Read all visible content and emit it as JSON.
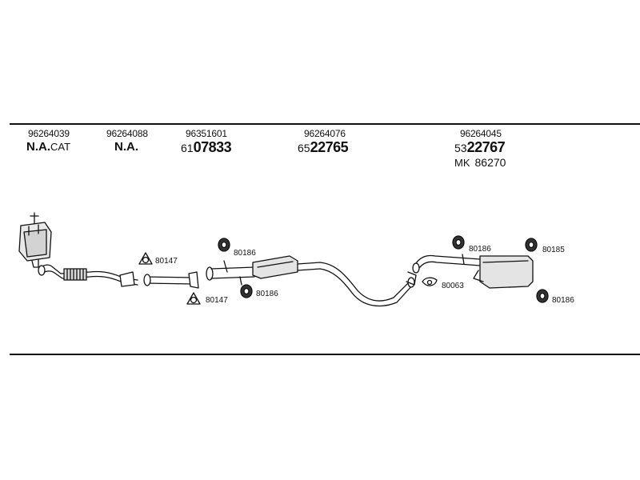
{
  "header": {
    "columns": [
      {
        "oem": "96264039",
        "label_main": "N.A.",
        "label_sub": "CAT"
      },
      {
        "oem": "96264088",
        "label_main": "N.A.",
        "label_sub": ""
      },
      {
        "oem": "96351601",
        "prefix": "61",
        "number": "07833"
      },
      {
        "oem": "96264076",
        "prefix": "65",
        "number": "22765"
      },
      {
        "oem": "96264045",
        "prefix": "53",
        "number": "22767",
        "mk_label": "MK",
        "mk_number": "86270"
      }
    ]
  },
  "parts": {
    "clamp_tag": "80147",
    "clamp_tag_2": "80147",
    "hanger_tag_1": "80186",
    "hanger_tag_2": "80186",
    "hanger_tag_3": "80186",
    "hanger_tag_4": "80185",
    "hanger_tag_5": "80186",
    "gasket_tag": "80063"
  }
}
